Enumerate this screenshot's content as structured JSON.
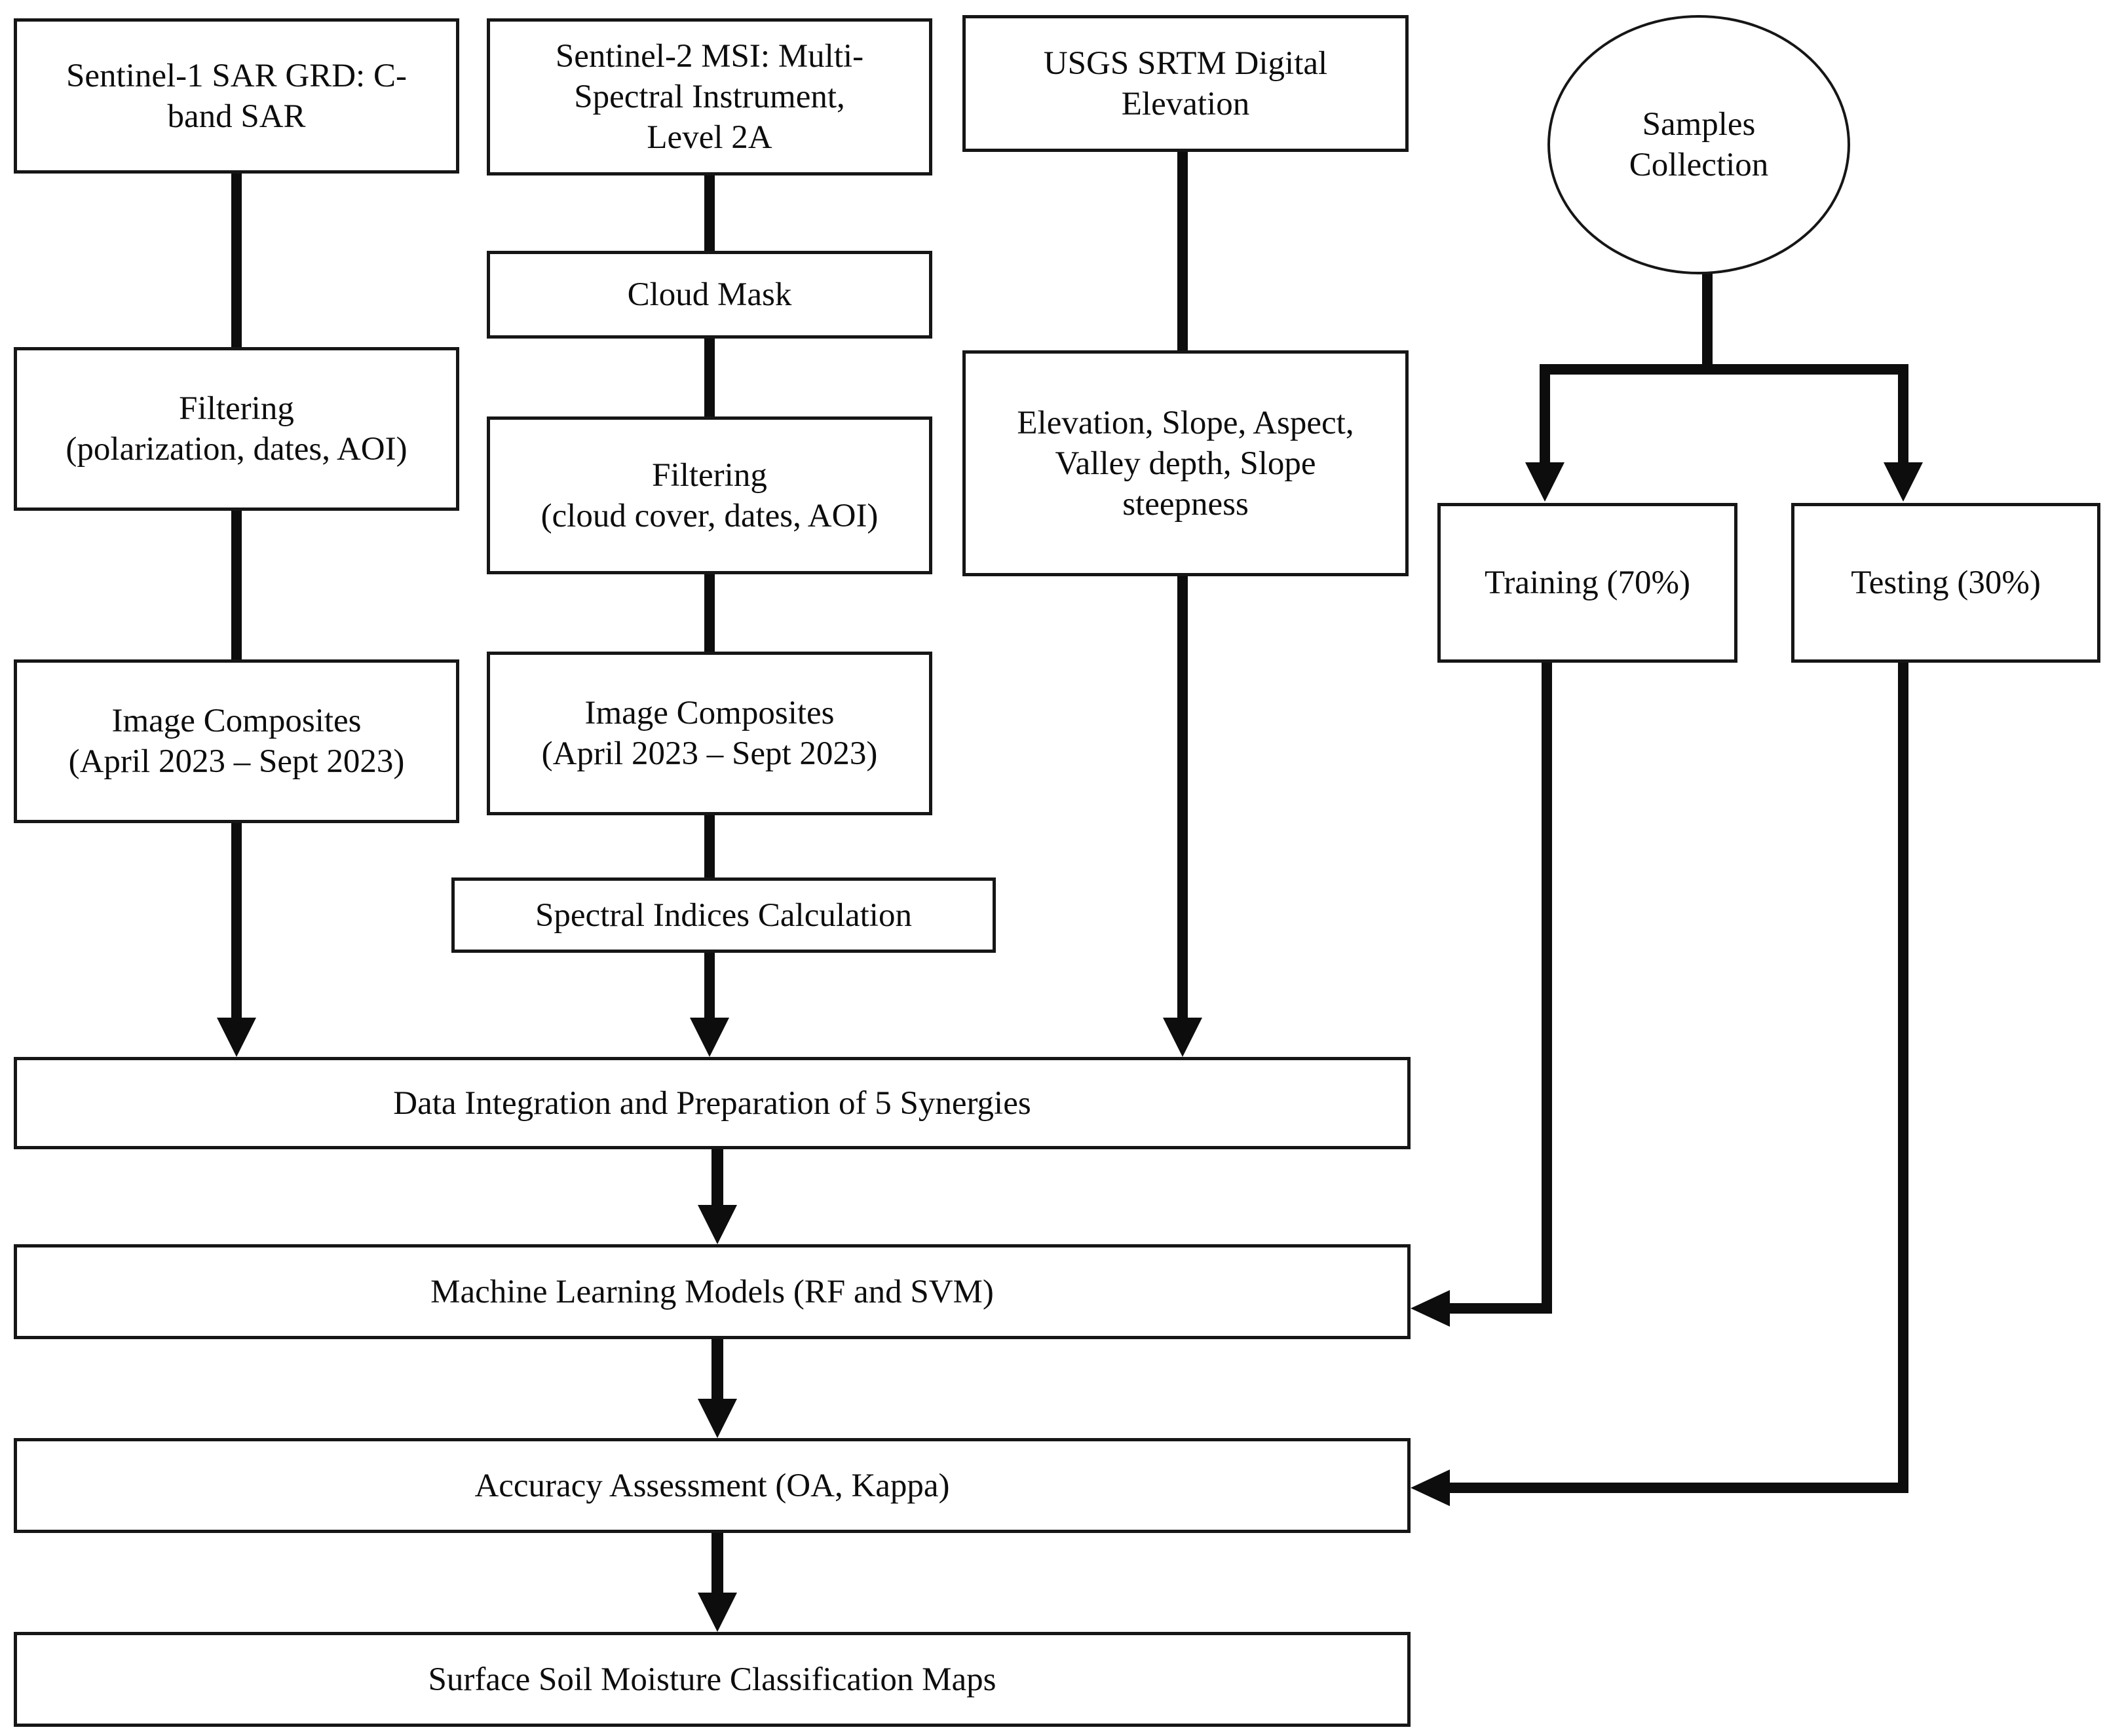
{
  "colors": {
    "ink": "#0d0d0d",
    "box_border": "#161616",
    "background": "#ffffff"
  },
  "nodes": {
    "s1_source": {
      "lines": [
        "Sentinel-1 SAR GRD: C-",
        "band SAR"
      ]
    },
    "s2_source": {
      "lines": [
        "Sentinel-2 MSI: Multi-",
        "Spectral Instrument,",
        "Level 2A"
      ]
    },
    "dem_source": {
      "lines": [
        "USGS SRTM Digital",
        "Elevation"
      ]
    },
    "samples": {
      "lines": [
        "Samples",
        "Collection"
      ]
    },
    "cloud_mask": {
      "lines": [
        "Cloud Mask"
      ]
    },
    "s1_filtering": {
      "lines": [
        "Filtering",
        "(polarization, dates, AOI)"
      ]
    },
    "s2_filtering": {
      "lines": [
        "Filtering",
        "(cloud cover, dates, AOI)"
      ]
    },
    "terrain": {
      "lines": [
        "Elevation, Slope, Aspect,",
        "Valley depth, Slope",
        "steepness"
      ]
    },
    "training": {
      "lines": [
        "Training (70%)"
      ]
    },
    "testing": {
      "lines": [
        "Testing (30%)"
      ]
    },
    "s1_composites": {
      "lines": [
        "Image Composites",
        "(April 2023 – Sept 2023)"
      ]
    },
    "s2_composites": {
      "lines": [
        "Image Composites",
        "(April 2023 – Sept 2023)"
      ]
    },
    "spectral": {
      "lines": [
        "Spectral Indices Calculation"
      ]
    },
    "integration": {
      "lines": [
        "Data Integration and Preparation of 5 Synergies"
      ]
    },
    "ml_models": {
      "lines": [
        "Machine Learning Models (RF and SVM)"
      ]
    },
    "accuracy": {
      "lines": [
        "Accuracy Assessment (OA, Kappa)"
      ]
    },
    "maps": {
      "lines": [
        "Surface Soil Moisture Classification Maps"
      ]
    }
  }
}
